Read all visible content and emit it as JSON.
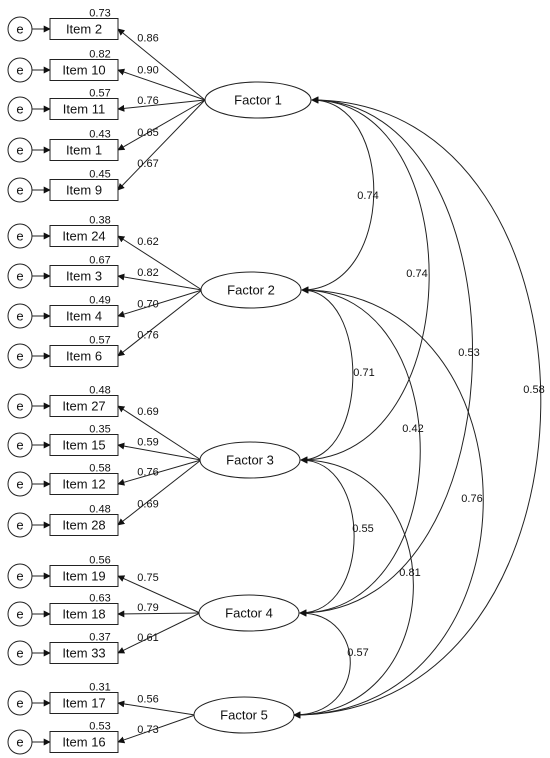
{
  "error_label": "e",
  "factors": [
    {
      "id": "F1",
      "label": "Factor 1"
    },
    {
      "id": "F2",
      "label": "Factor 2"
    },
    {
      "id": "F3",
      "label": "Factor 3"
    },
    {
      "id": "F4",
      "label": "Factor 4"
    },
    {
      "id": "F5",
      "label": "Factor 5"
    }
  ],
  "items": [
    {
      "label": "Item 2",
      "factor": "F1",
      "r2": "0.73",
      "loading": "0.86"
    },
    {
      "label": "Item 10",
      "factor": "F1",
      "r2": "0.82",
      "loading": "0.90"
    },
    {
      "label": "Item 11",
      "factor": "F1",
      "r2": "0.57",
      "loading": "0.76"
    },
    {
      "label": "Item 1",
      "factor": "F1",
      "r2": "0.43",
      "loading": "0.65"
    },
    {
      "label": "Item 9",
      "factor": "F1",
      "r2": "0.45",
      "loading": "0.67"
    },
    {
      "label": "Item 24",
      "factor": "F2",
      "r2": "0.38",
      "loading": "0.62"
    },
    {
      "label": "Item 3",
      "factor": "F2",
      "r2": "0.67",
      "loading": "0.82"
    },
    {
      "label": "Item 4",
      "factor": "F2",
      "r2": "0.49",
      "loading": "0.70"
    },
    {
      "label": "Item 6",
      "factor": "F2",
      "r2": "0.57",
      "loading": "0.76"
    },
    {
      "label": "Item 27",
      "factor": "F3",
      "r2": "0.48",
      "loading": "0.69"
    },
    {
      "label": "Item 15",
      "factor": "F3",
      "r2": "0.35",
      "loading": "0.59"
    },
    {
      "label": "Item 12",
      "factor": "F3",
      "r2": "0.58",
      "loading": "0.76"
    },
    {
      "label": "Item 28",
      "factor": "F3",
      "r2": "0.48",
      "loading": "0.69"
    },
    {
      "label": "Item 19",
      "factor": "F4",
      "r2": "0.56",
      "loading": "0.75"
    },
    {
      "label": "Item 18",
      "factor": "F4",
      "r2": "0.63",
      "loading": "0.79"
    },
    {
      "label": "Item 33",
      "factor": "F4",
      "r2": "0.37",
      "loading": "0.61"
    },
    {
      "label": "Item 17",
      "factor": "F5",
      "r2": "0.31",
      "loading": "0.56"
    },
    {
      "label": "Item 16",
      "factor": "F5",
      "r2": "0.53",
      "loading": "0.73"
    }
  ],
  "correlations": [
    {
      "from": "F1",
      "to": "F2",
      "value": "0.74"
    },
    {
      "from": "F1",
      "to": "F3",
      "value": "0.74"
    },
    {
      "from": "F1",
      "to": "F4",
      "value": "0.53"
    },
    {
      "from": "F1",
      "to": "F5",
      "value": "0.58"
    },
    {
      "from": "F2",
      "to": "F3",
      "value": "0.71"
    },
    {
      "from": "F2",
      "to": "F4",
      "value": "0.42"
    },
    {
      "from": "F2",
      "to": "F5",
      "value": "0.76"
    },
    {
      "from": "F3",
      "to": "F4",
      "value": "0.55"
    },
    {
      "from": "F3",
      "to": "F5",
      "value": "0.81"
    },
    {
      "from": "F4",
      "to": "F5",
      "value": "0.57"
    }
  ]
}
